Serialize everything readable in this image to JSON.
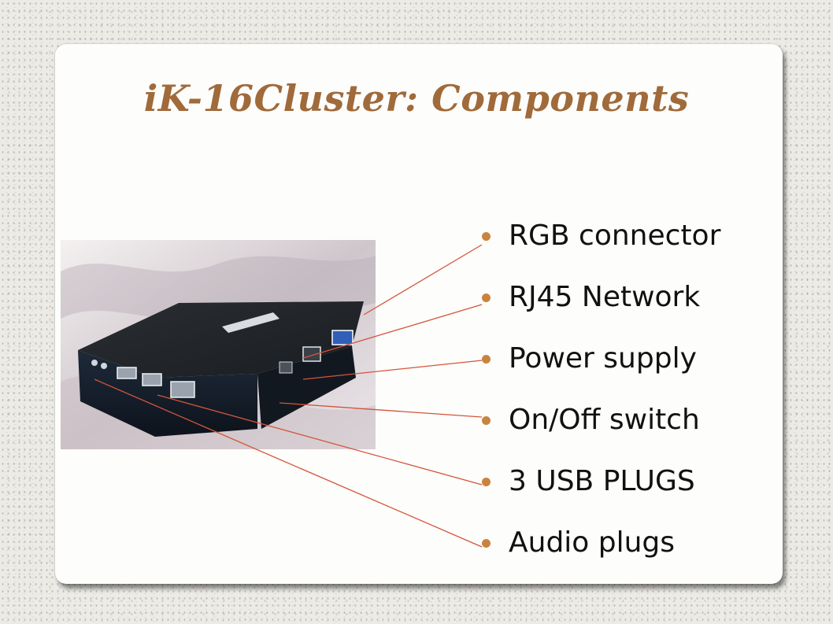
{
  "slide": {
    "title": "iK-16Cluster: Components",
    "title_color": "#a06a3a",
    "bullet_color": "#c8843f",
    "line_color": "#d4553a",
    "bullets": [
      {
        "label": "RGB connector"
      },
      {
        "label": "RJ45 Network"
      },
      {
        "label": "Power supply"
      },
      {
        "label": "On/Off switch"
      },
      {
        "label": "3 USB PLUGS"
      },
      {
        "label": "Audio plugs"
      }
    ]
  },
  "photo": {
    "description_icon": "thin-client-box-photo"
  }
}
